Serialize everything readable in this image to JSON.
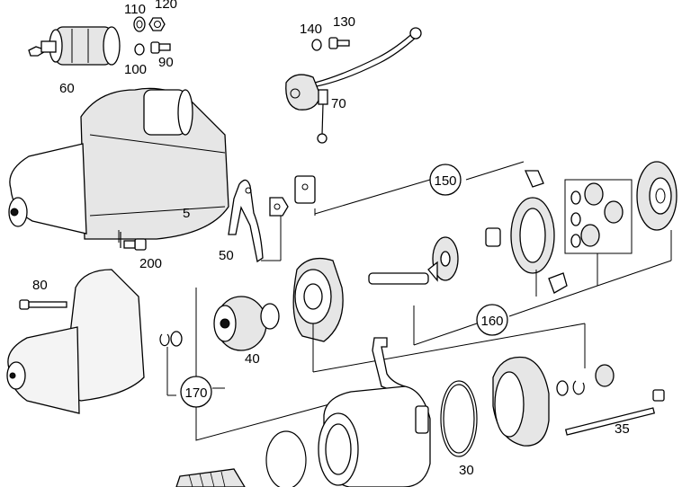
{
  "labels": {
    "p110": "110",
    "p120": "120",
    "p100": "100",
    "p90": "90",
    "p60": "60",
    "p140": "140",
    "p130": "130",
    "p70": "70",
    "p5": "5",
    "p50": "50",
    "p200": "200",
    "p80": "80",
    "p40": "40",
    "p35": "35",
    "p30": "30"
  },
  "callouts": {
    "c150": "150",
    "c160": "160",
    "c170": "170"
  }
}
